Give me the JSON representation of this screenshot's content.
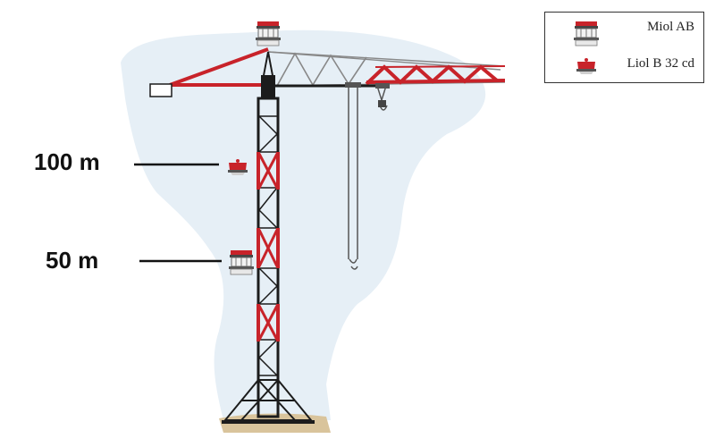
{
  "labels": {
    "height_100": "100 m",
    "height_50": "50 m"
  },
  "legend": {
    "items": [
      {
        "label": "Miol AB",
        "icon": "medium-intensity-obstacle-light-icon"
      },
      {
        "label": "Liol B 32 cd",
        "icon": "low-intensity-obstacle-light-icon"
      }
    ]
  },
  "colors": {
    "crane_red": "#c8232a",
    "crane_black": "#1c1c1c",
    "sky_blue": "#e6eff6",
    "ground": "#d9c49c"
  }
}
